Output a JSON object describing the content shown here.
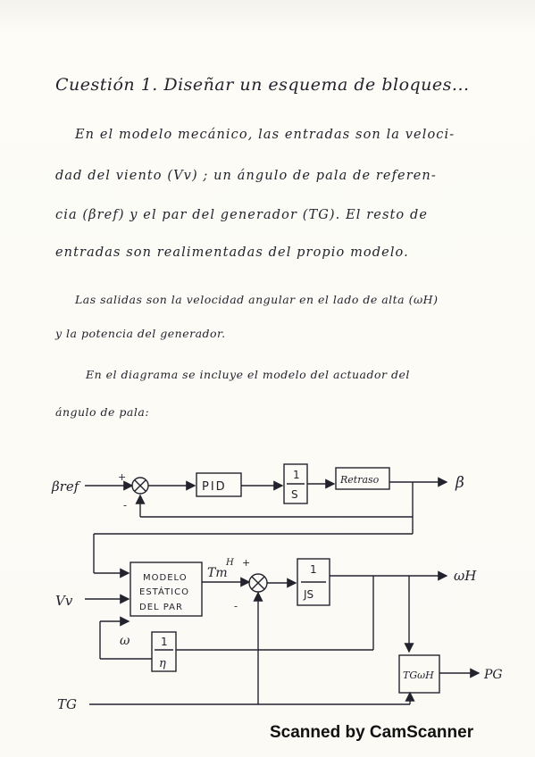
{
  "document": {
    "title": "Cuestión 1. Diseñar un esquema de bloques...",
    "lines": [
      "En el modelo mecánico, las entradas son la veloci-",
      "dad del viento (Vv) ; un ángulo de pala de referen-",
      "cia (βref) y el par del generador (TG). El resto de",
      "entradas son realimentadas del propio modelo.",
      "Las salidas son la velocidad angular en el lado de alta (ωH)",
      "y la potencia del generador.",
      "En el diagrama se incluye el modelo del actuador del",
      "ángulo de pala:"
    ]
  },
  "diagram": {
    "inputs": {
      "beta_ref": "βref",
      "v_v": "Vv",
      "t_g": "TG",
      "omega": "ω"
    },
    "blocks": {
      "pid": "PID",
      "integrator_num": "1",
      "integrator_den": "S",
      "delay": "Retraso",
      "model_line1": "MODELO",
      "model_line2": "ESTÁTICO",
      "model_line3": "DEL PAR",
      "gear_num": "1",
      "gear_den": "η",
      "inertia_num": "1",
      "inertia_den": "JS",
      "power": "TGωH"
    },
    "signals": {
      "tm": "Tm",
      "tm_sup": "H",
      "plus": "+",
      "minus": "-"
    },
    "outputs": {
      "beta": "β",
      "omega_h": "ωH",
      "p_g": "PG"
    }
  },
  "footer": {
    "scanner": "Scanned by CamScanner"
  }
}
